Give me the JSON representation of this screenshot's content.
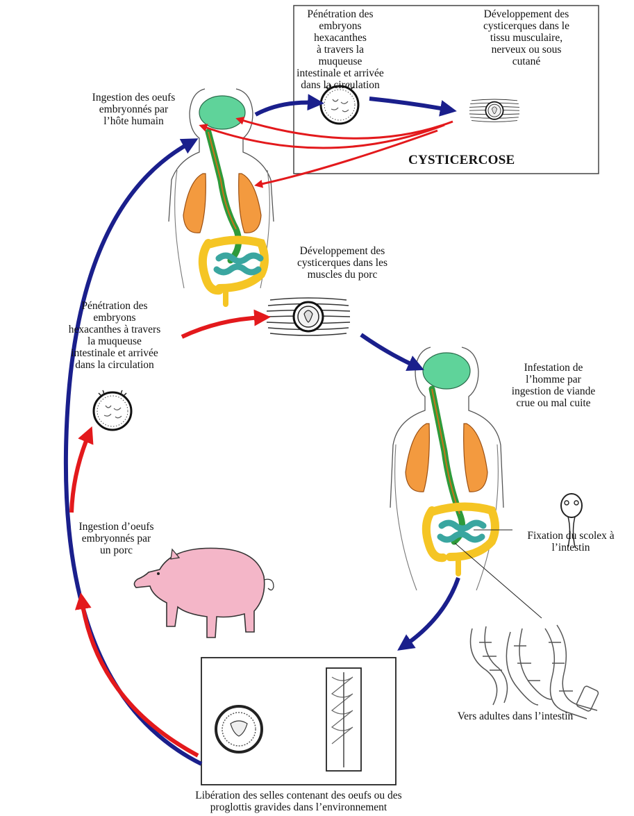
{
  "labels": {
    "penetration_top": "Pénétration des\nembryons hexacanthes\nà travers la muqueuse\nintestinale et arrivée\ndans la circulation",
    "development_top": "Développement des\ncysticerques dans le\ntissu musculaire,\nnerveux ou sous\ncutané",
    "cysticercose": "CYSTICERCOSE",
    "ingestion_human": "Ingestion des oeufs\nembryonnés par\nl’hôte humain",
    "development_pig": "Développement des\ncysticerques dans les\nmuscles du porc",
    "penetration_left": "Pénétration des\nembryons\nhexacanthes à travers\nla muqueuse\nintestinale et arrivée\ndans la circulation",
    "infestation": "Infestation de\nl’homme par\ningestion de viande\ncrue ou mal cuite",
    "ingestion_pig": "Ingestion d’oeufs\nembryonnés par\nun porc",
    "fixation": "Fixation du scolex à\nl’intestin",
    "adult_worms": "Vers adultes dans l’intestin",
    "liberation": "Libération des selles contenant des oeufs ou des\nproglottis gravides dans l’environnement"
  },
  "colors": {
    "blue_arrow": "#1a1f8c",
    "red_arrow": "#e3191c",
    "brain": "#5fd39a",
    "lungs": "#f39a3f",
    "esophagus": "#2e9a3a",
    "colon": "#f5c524",
    "small_intestine": "#3aa6a0",
    "pig": "#f4b6c8"
  },
  "icons": [
    "brain-icon",
    "lungs-icon",
    "egg-icon",
    "cysticercus-icon",
    "pig-icon",
    "scolex-icon",
    "tapeworm-icon",
    "proglottid-icon"
  ]
}
